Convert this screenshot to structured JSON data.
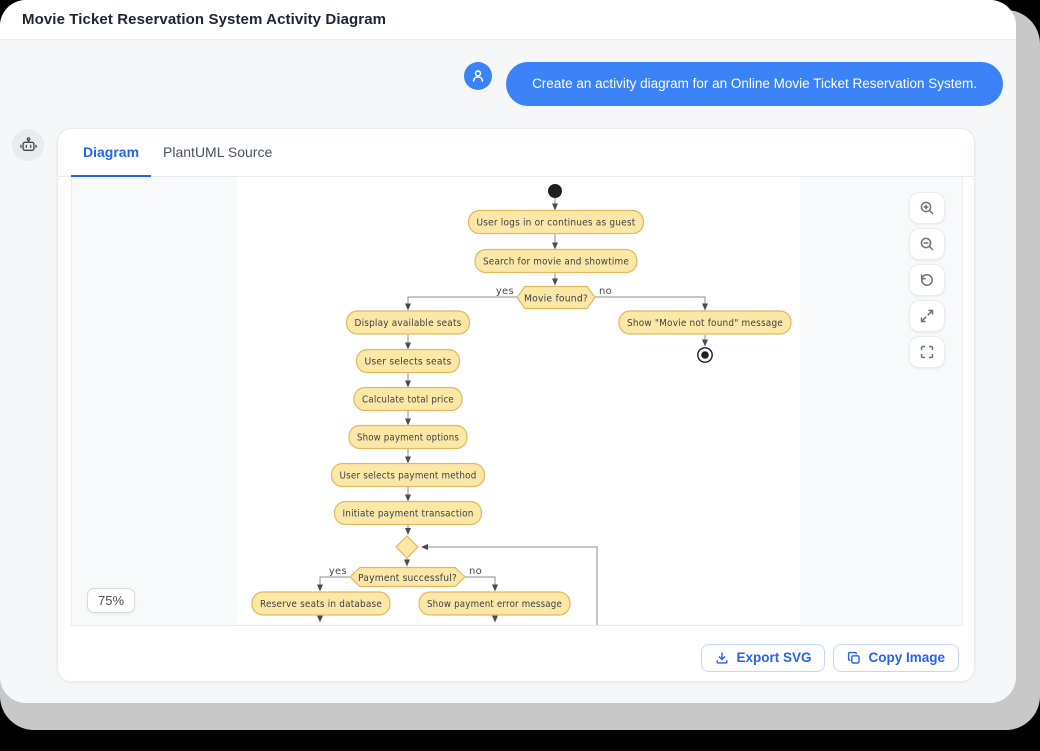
{
  "window": {
    "title": "Movie Ticket Reservation System Activity Diagram"
  },
  "chat": {
    "user_message": "Create an activity diagram for an Online Movie Ticket Reservation System.",
    "user_avatar_icon": "user-icon",
    "assistant_avatar_icon": "robot-icon"
  },
  "tabs": {
    "diagram": "Diagram",
    "source": "PlantUML Source",
    "active_tab": "Diagram"
  },
  "viewer": {
    "zoom_level": "75%",
    "controls": [
      "zoom-in-icon",
      "zoom-out-icon",
      "reset-view-icon",
      "expand-icon",
      "fullscreen-icon"
    ],
    "export_button": "Export SVG",
    "copy_button": "Copy Image"
  },
  "colors": {
    "accent_blue": "#3b82f6",
    "tab_active_blue": "#2563eb",
    "node_fill": "#FCE8A6",
    "node_border": "#E0B960",
    "edge_line": "#8f8f8f",
    "arrowhead": "#4b4b4b"
  },
  "diagram": {
    "type": "activity-diagram",
    "activities": {
      "login": "User logs in or continues as guest",
      "search": "Search for movie and showtime",
      "display_seats": "Display available seats",
      "select_seats": "User selects seats",
      "calc_price": "Calculate total price",
      "payment_options": "Show payment options",
      "select_payment": "User selects payment method",
      "initiate_payment": "Initiate payment transaction",
      "reserve_seats": "Reserve seats in database",
      "payment_error": "Show payment error message",
      "not_found": "Show \"Movie not found\" message"
    },
    "decisions": {
      "movie_found": "Movie found?",
      "payment_successful": "Payment successful?"
    },
    "edge_labels": {
      "yes": "yes",
      "no": "no"
    }
  }
}
